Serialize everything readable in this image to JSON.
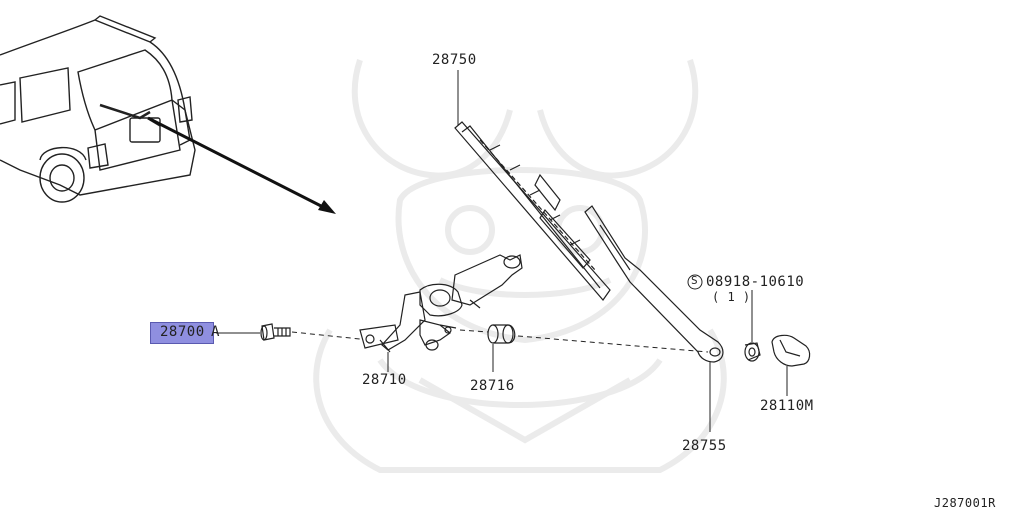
{
  "parts": {
    "assembly": "28700",
    "assembly_suffix": "A",
    "motor": "28710",
    "nut": "28716",
    "blade": "28750",
    "arm": "28755",
    "cap": "28110M",
    "bolt": "08918-10610",
    "bolt_symbol": "S",
    "bolt_qty": "( 1 )"
  },
  "diagram_code": "J287001R",
  "highlight_color": "#8f8fe0",
  "watermark": "samurai-crest"
}
